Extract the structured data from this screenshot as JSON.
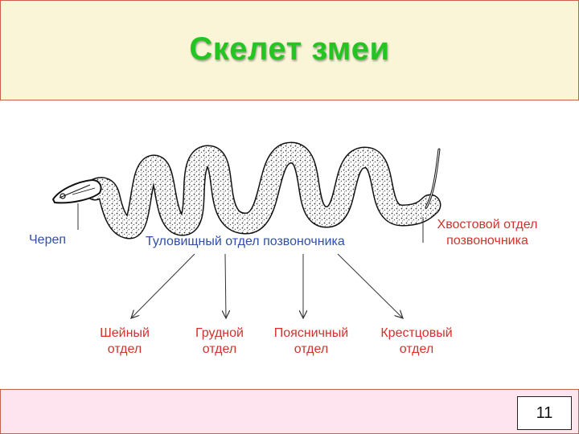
{
  "slide": {
    "title": "Скелет змеи",
    "page_number": "11"
  },
  "labels": {
    "skull": "Череп",
    "trunk": "Туловищный отдел позвоночника",
    "tail_line1": "Хвостовой отдел",
    "tail_line2": "позвоночника",
    "neck_line1": "Шейный",
    "neck_line2": "отдел",
    "thoracic_line1": "Грудной",
    "thoracic_line2": "отдел",
    "lumbar_line1": "Поясничный",
    "lumbar_line2": "отдел",
    "sacral_line1": "Крестцовый",
    "sacral_line2": "отдел"
  },
  "colors": {
    "title": "#22c522",
    "blue_text": "#2f4fa8",
    "red_text": "#d1322c",
    "header_bg": "#faf5d7",
    "footer_bg": "#fde4ee",
    "border": "#c9604e"
  }
}
